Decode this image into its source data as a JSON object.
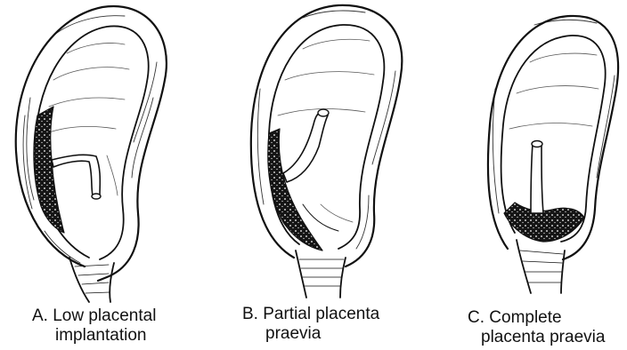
{
  "figures": [
    {
      "id": "a",
      "caption_line1": "A. Low placental",
      "caption_line2": "implantation"
    },
    {
      "id": "b",
      "caption_line1": "B. Partial placenta",
      "caption_line2": "praevia"
    },
    {
      "id": "c",
      "caption_line1": "C. Complete",
      "caption_line2": "placenta praevia"
    }
  ],
  "colors": {
    "ink": "#111111",
    "placenta": "#151515",
    "background": "#ffffff"
  }
}
